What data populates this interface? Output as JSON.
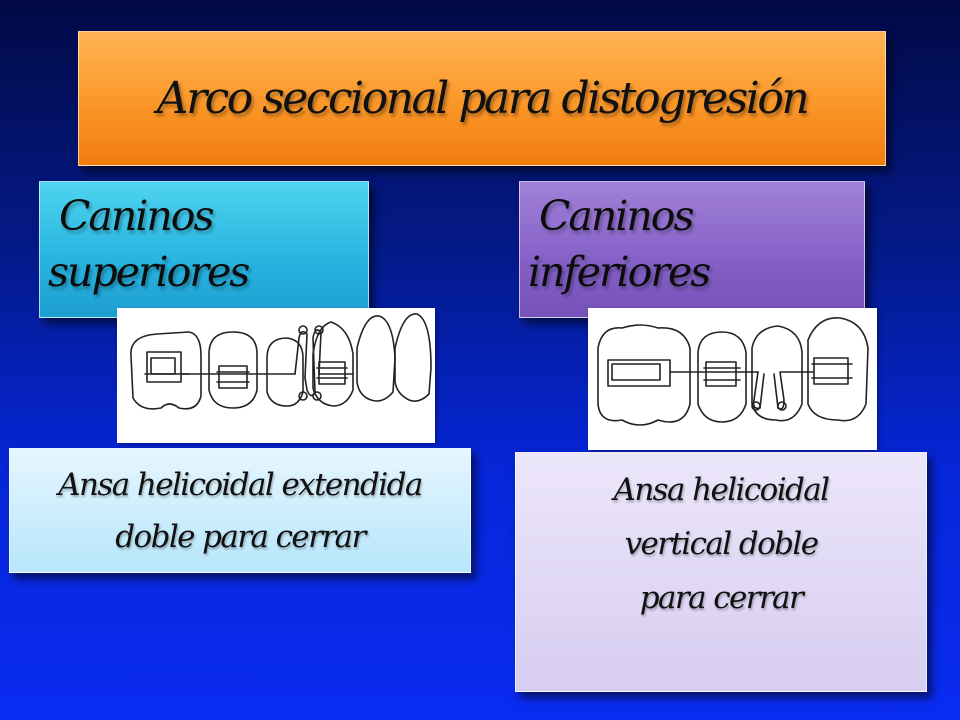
{
  "title": "Arco seccional para distogresión",
  "left": {
    "category": " Caninos\nsuperiores",
    "description": [
      "Ansa helicoidal extendida",
      "doble para cerrar"
    ],
    "illustration_icon": "upper-canine-sectional-arch-icon"
  },
  "right": {
    "category": " Caninos\ninferiores",
    "description": [
      "Ansa helicoidal",
      "vertical doble",
      "para cerrar"
    ],
    "illustration_icon": "lower-canine-sectional-arch-icon"
  },
  "colors": {
    "title_box": "#f7902a",
    "left_category_box": "#29b4e0",
    "right_category_box": "#8462c7",
    "left_description_box": "#c8ecfc",
    "right_description_box": "#ddd5f2",
    "background": "#0626d8"
  }
}
